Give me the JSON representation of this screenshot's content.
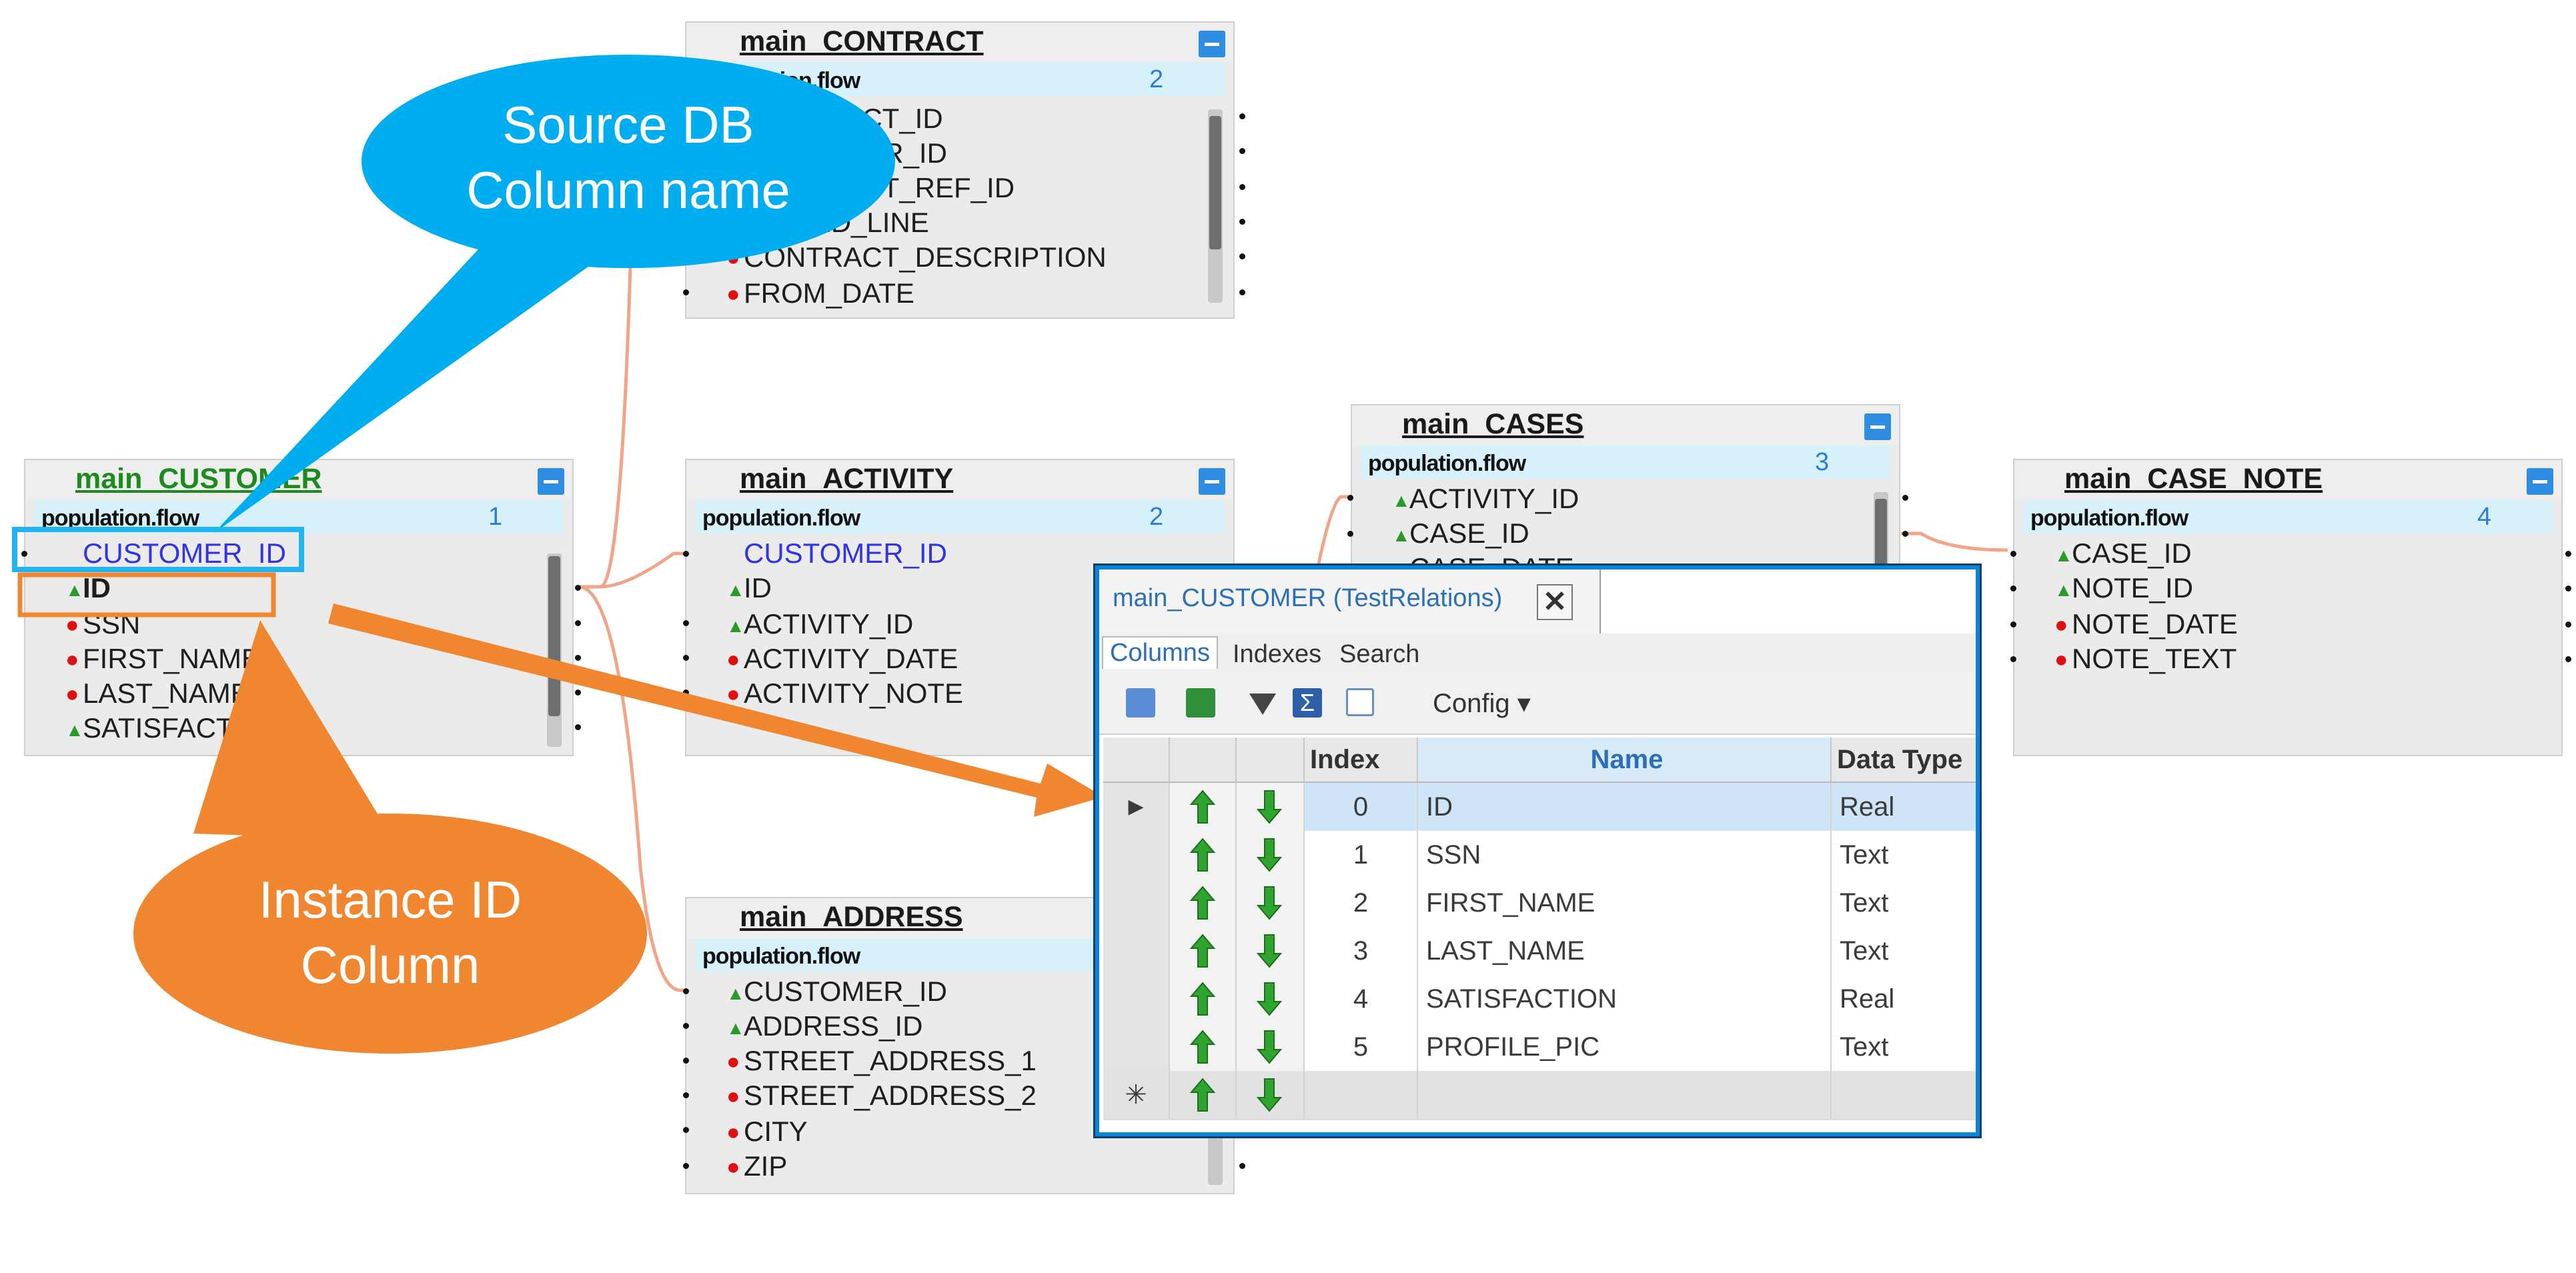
{
  "tables": {
    "contract": {
      "title": "main_CONTRACT",
      "flow": "population.flow",
      "flow_num": "2",
      "columns": [
        "CONTRACT_ID",
        "CUSTOMER_ID",
        "CONTRACT_REF_ID",
        "SIGNED_LINE",
        "CONTRACT_DESCRIPTION",
        "FROM_DATE"
      ]
    },
    "customer": {
      "title": "main_CUSTOMER",
      "flow": "population.flow",
      "flow_num": "1",
      "columns": [
        "CUSTOMER_ID",
        "ID",
        "SSN",
        "FIRST_NAME",
        "LAST_NAME",
        "SATISFACTION"
      ]
    },
    "activity": {
      "title": "main_ACTIVITY",
      "flow": "population.flow",
      "flow_num": "2",
      "columns": [
        "CUSTOMER_ID",
        "ID",
        "ACTIVITY_ID",
        "ACTIVITY_DATE",
        "ACTIVITY_NOTE"
      ]
    },
    "cases": {
      "title": "main_CASES",
      "flow": "population.flow",
      "flow_num": "3",
      "columns": [
        "ACTIVITY_ID",
        "CASE_ID",
        "CASE_DATE"
      ]
    },
    "case_note": {
      "title": "main_CASE_NOTE",
      "flow": "population.flow",
      "flow_num": "4",
      "columns": [
        "CASE_ID",
        "NOTE_ID",
        "NOTE_DATE",
        "NOTE_TEXT"
      ]
    },
    "address": {
      "title": "main_ADDRESS",
      "flow": "population.flow",
      "columns": [
        "CUSTOMER_ID",
        "ADDRESS_ID",
        "STREET_ADDRESS_1",
        "STREET_ADDRESS_2",
        "CITY",
        "ZIP"
      ]
    }
  },
  "callouts": {
    "source_db": {
      "line1": "Source DB",
      "line2": "Column name"
    },
    "instance_id": {
      "line1": "Instance ID",
      "line2": "Column"
    }
  },
  "colors": {
    "callout_blue": "#00adee",
    "callout_orange": "#f0862f",
    "relation_line": "#f0a58a",
    "window_border": "#0b84d8"
  },
  "window": {
    "title": "main_CUSTOMER (TestRelations)",
    "close_label": "✕",
    "tabs": [
      "Columns",
      "Indexes",
      "Search"
    ],
    "config_label": "Config ▾",
    "toolbar_icons": [
      "copy-icon",
      "excel-export-icon",
      "filter-icon",
      "sum-icon",
      "tree-icon"
    ],
    "headers": [
      "Index",
      "Name",
      "Data Type"
    ],
    "rows": [
      {
        "index": "0",
        "name": "ID",
        "type": "Real"
      },
      {
        "index": "1",
        "name": "SSN",
        "type": "Text"
      },
      {
        "index": "2",
        "name": "FIRST_NAME",
        "type": "Text"
      },
      {
        "index": "3",
        "name": "LAST_NAME",
        "type": "Text"
      },
      {
        "index": "4",
        "name": "SATISFACTION",
        "type": "Real"
      },
      {
        "index": "5",
        "name": "PROFILE_PIC",
        "type": "Text"
      }
    ],
    "new_row_marker": "✳",
    "current_row_marker": "▶"
  }
}
